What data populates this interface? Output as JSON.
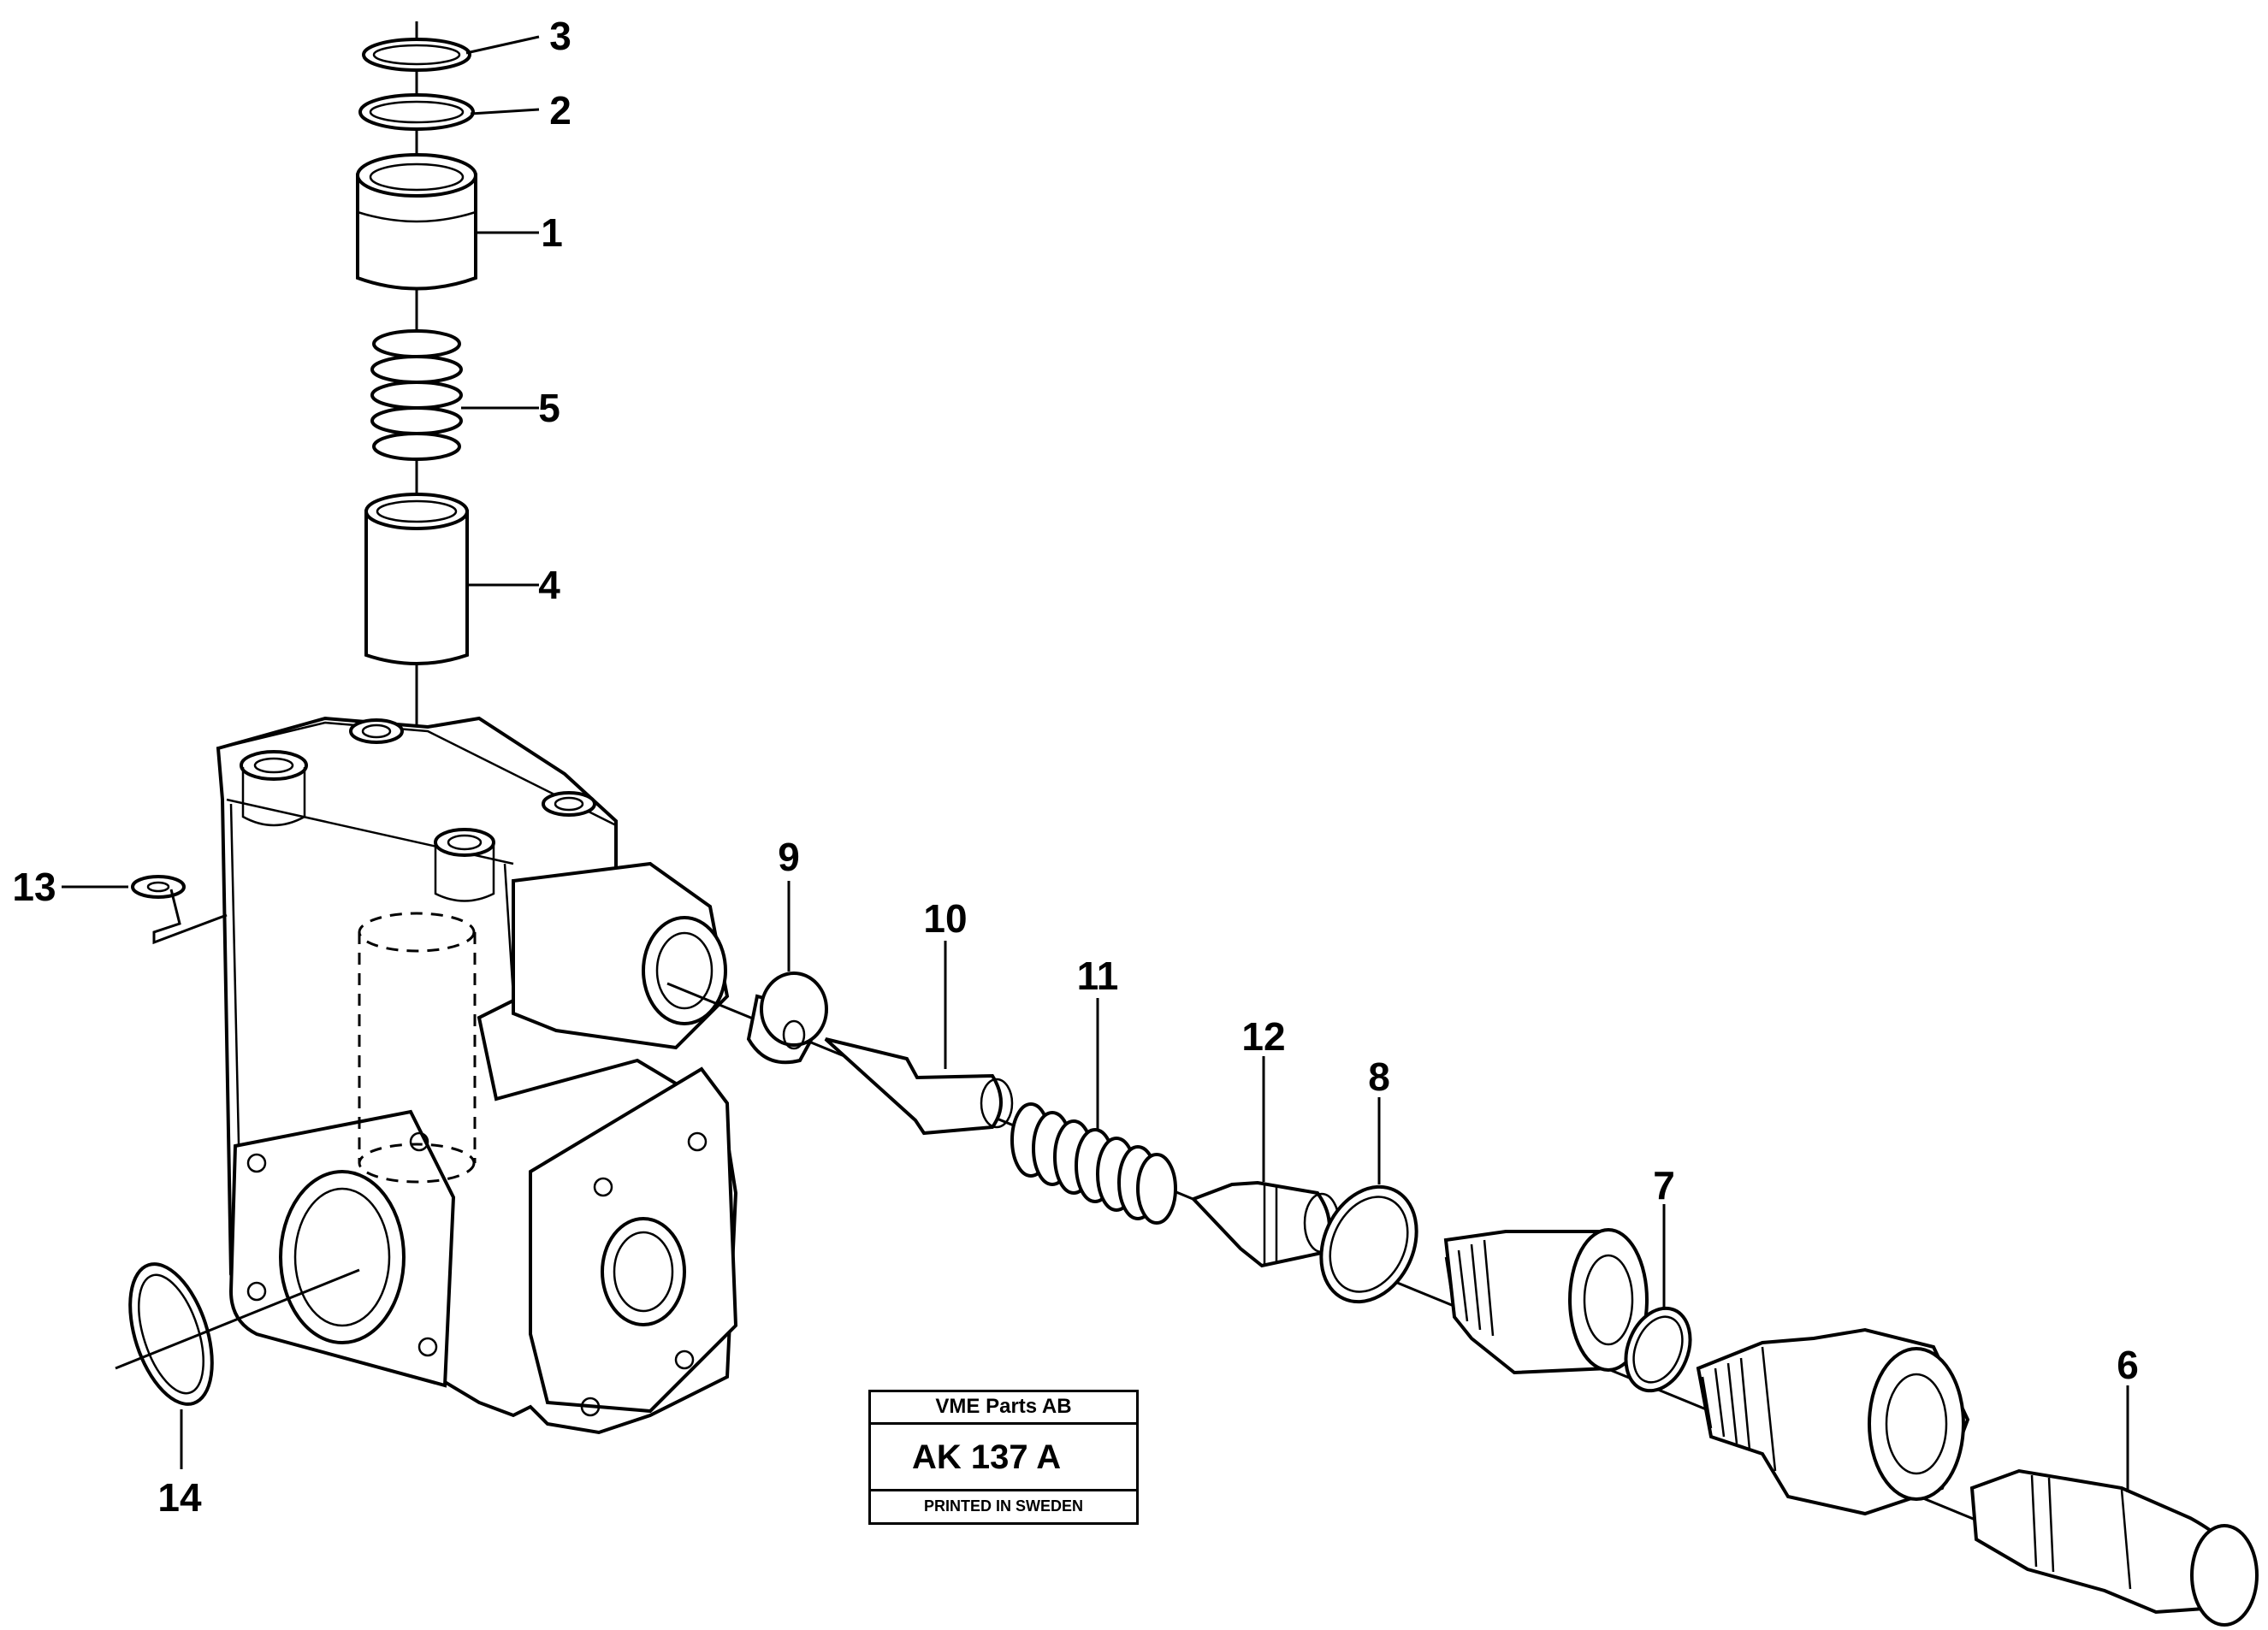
{
  "labels": {
    "n1": "1",
    "n2": "2",
    "n3": "3",
    "n4": "4",
    "n5": "5",
    "n6": "6",
    "n7": "7",
    "n8": "8",
    "n9": "9",
    "n10": "10",
    "n11": "11",
    "n12": "12",
    "n13": "13",
    "n14": "14"
  },
  "stamp": {
    "company": "VME Parts AB",
    "code": "AK 137 A",
    "printed": "PRINTED IN SWEDEN"
  }
}
